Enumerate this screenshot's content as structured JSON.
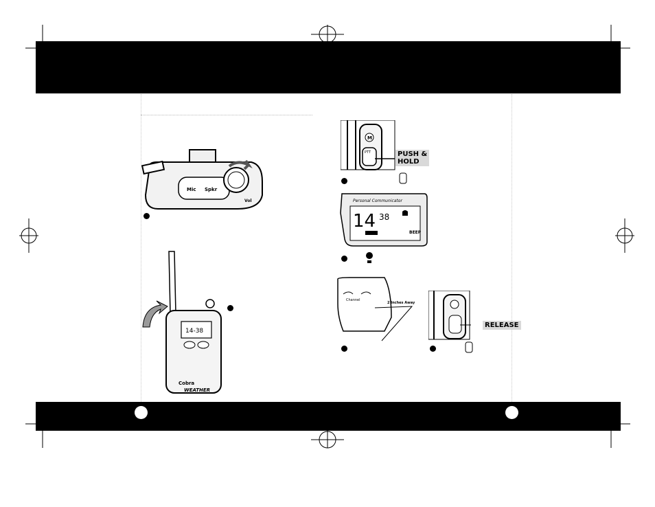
{
  "callouts": {
    "push_hold_line1": "PUSH &",
    "push_hold_line2": "HOLD",
    "release": "RELEASE"
  },
  "speaker_diagram": {
    "mic_label": "Mic",
    "speaker_label": "Spkr",
    "vol_label": "Vol"
  },
  "lcd_screen": {
    "header": "Personal Communicator",
    "channel": "14",
    "code": "38",
    "beep": "BEEP"
  },
  "radio": {
    "brand": "Cobra",
    "model": "WEATHER",
    "channel_label": "Channel",
    "distance_label": "2 Inches Away"
  },
  "ptt_label": "PTT"
}
